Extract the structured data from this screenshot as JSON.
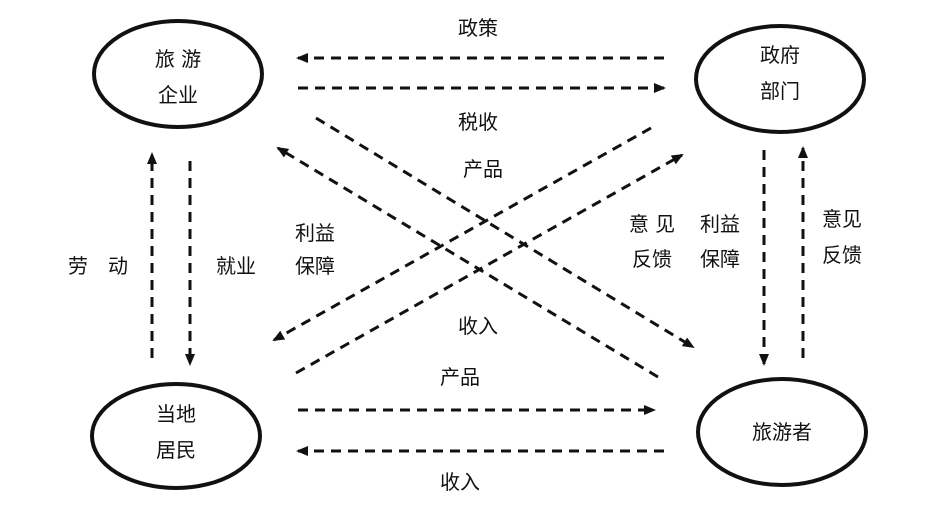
{
  "nodes": {
    "tourism_enterprise": {
      "line1": "旅 游",
      "line2": "企业"
    },
    "government": {
      "line1": "政府",
      "line2": "部门"
    },
    "local_residents": {
      "line1": "当地",
      "line2": "居民"
    },
    "tourists": {
      "line1": "旅游者"
    }
  },
  "labels": {
    "policy": "政策",
    "tax": "税收",
    "product_top": "产品",
    "labor": "劳　动",
    "employment": "就业",
    "benefit_left_1": "利益",
    "benefit_left_2": "保障",
    "feedback_mid_1": "意 见",
    "feedback_mid_2": "反馈",
    "benefit_right_1": "利益",
    "benefit_right_2": "保障",
    "feedback_right_1": "意见",
    "feedback_right_2": "反馈",
    "income_mid": "收入",
    "product_bottom": "产品",
    "income_bottom": "收入"
  },
  "colors": {
    "ink": "#111111",
    "background": "#ffffff"
  }
}
